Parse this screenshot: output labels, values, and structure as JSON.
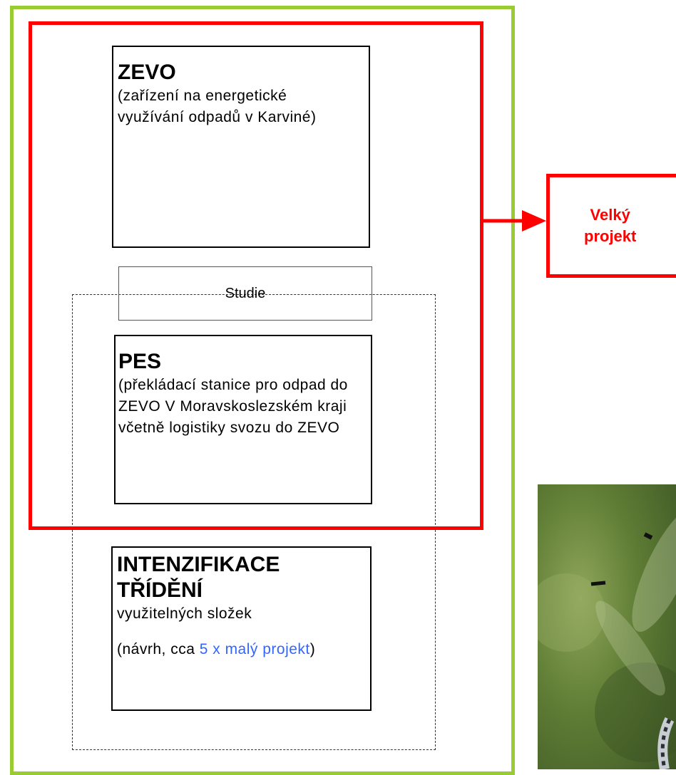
{
  "zevo": {
    "title": "ZEVO",
    "description": "(zařízení na energetické využívání odpadů v Karviné)"
  },
  "studie": {
    "label": "Studie"
  },
  "pes": {
    "title": "PES",
    "description": "(překládací stanice pro odpad do ZEVO V Moravskoslezském kraji včetně logistiky svozu do ZEVO"
  },
  "intenzifikace": {
    "title_line1": "INTENZIFIKACE",
    "title_line2": "TŘÍDĚNÍ",
    "subtitle": "využitelných složek",
    "note_prefix": "(návrh, cca ",
    "note_highlight": "5 x malý projekt",
    "note_suffix": ")"
  },
  "velky_projekt": {
    "line1": "Velký",
    "line2": "projekt"
  },
  "photo": {
    "subject": "dragonfly-photo"
  },
  "colors": {
    "outer_frame": "#99cc33",
    "large_project": "#ff0000",
    "highlight_text": "#3366ff"
  }
}
